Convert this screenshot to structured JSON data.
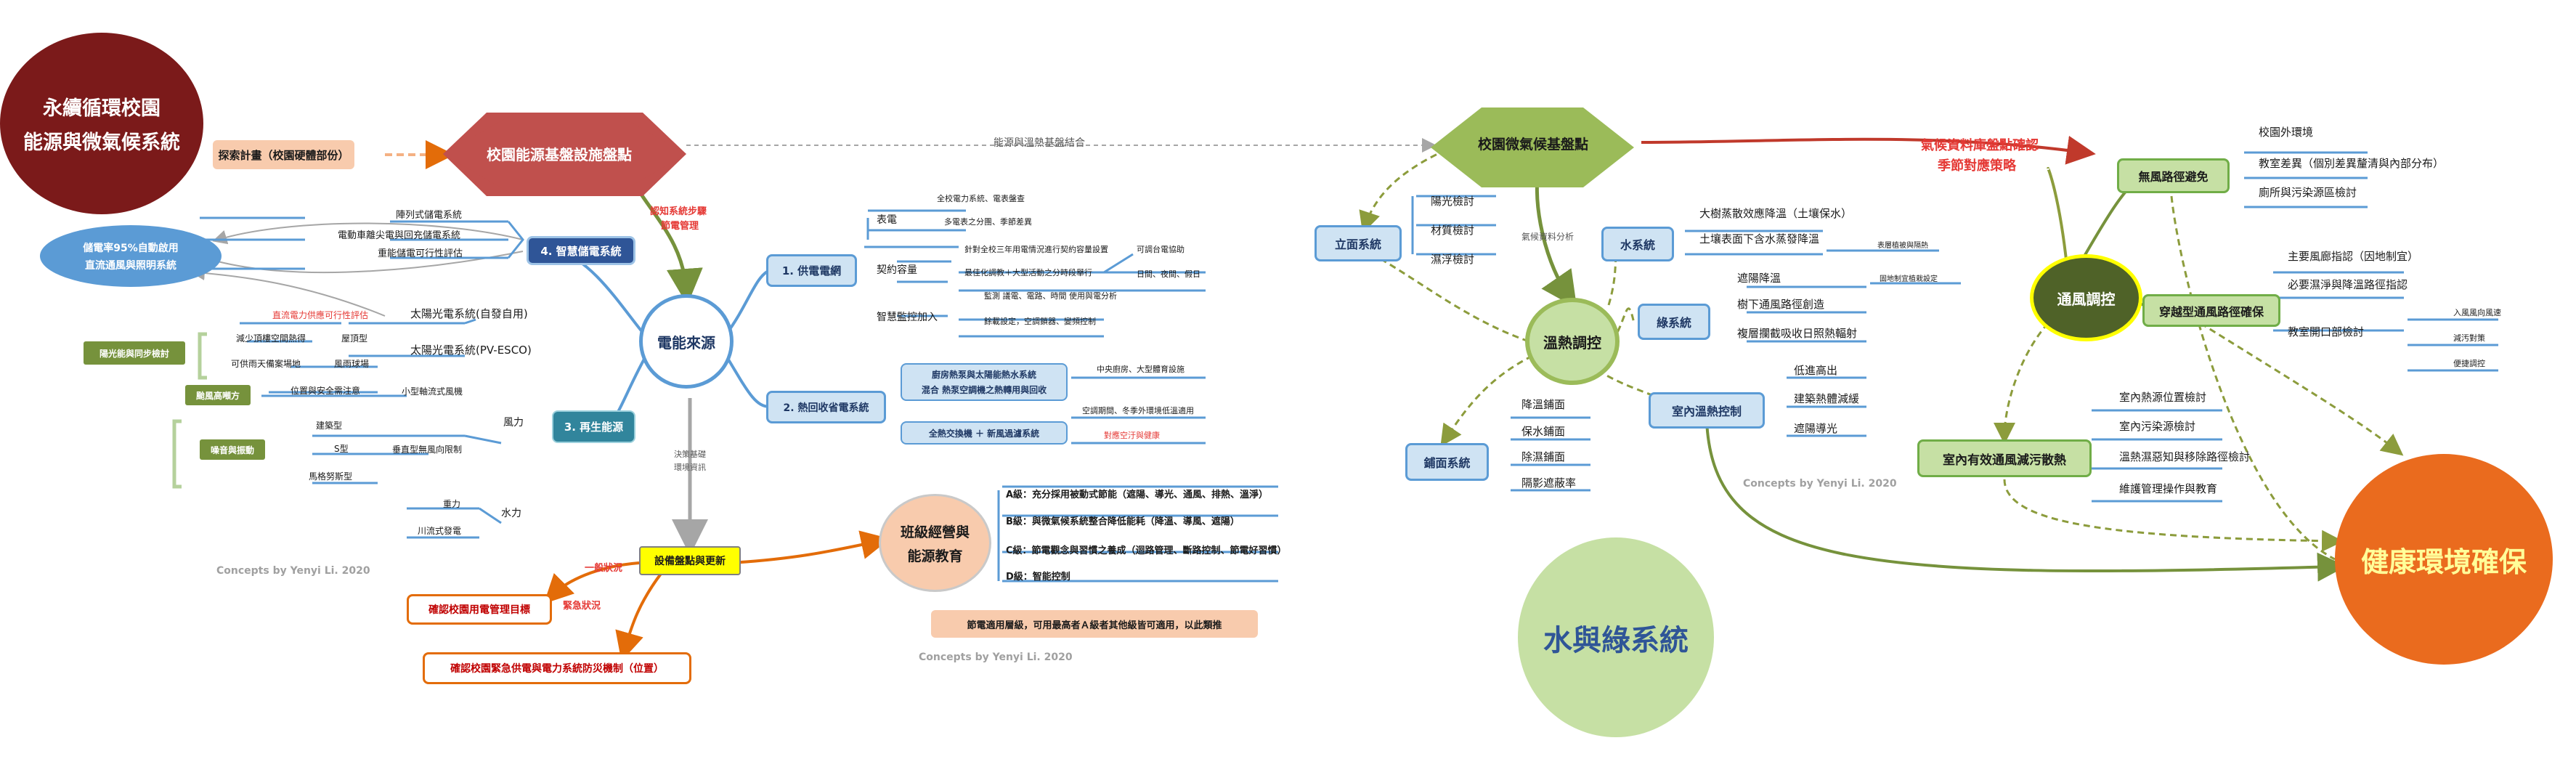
{
  "central": {
    "title_line1": "永續循環校園",
    "title_line2": "能源與微氣候系統"
  },
  "top": {
    "explore": "探索計畫（校園硬體部份）",
    "energy_base": "校園能源基盤設施盤點",
    "combine": "能源與溫熱基盤結合",
    "climate_base": "校園微氣候基盤點",
    "climate_data_1": "氣候資料庫盤點確認",
    "climate_data_2": "季節對應策略",
    "energy_mgmt_1": "認知系統步驟",
    "energy_mgmt_2": "節電管理"
  },
  "energy": {
    "source": "電能來源",
    "storage_note_1": "儲電率95%自動啟用",
    "storage_note_2": "直流通風與照明系統",
    "storage_node": "4. 智慧儲電系統",
    "storage_items": [
      "陣列式儲電系統",
      "電動車離尖電與回充儲電系統",
      "重能儲電可行性評估"
    ],
    "renew_node": "3. 再生能源",
    "solar_self": "太陽光電系統(自發自用)",
    "solar_esco": "太陽光電系統(PV-ESCO)",
    "dc_eval": "直流電力供應可行性評估",
    "reduce_shade": "減少頂樓空間熱得",
    "roof_type": "屋頂型",
    "cross_ball": "可供雨天備案場地",
    "wind_ball": "風雨球場",
    "sun_side": "陽光能與同步檢討",
    "location_safe": "位置與安全需注意",
    "small_wind": "小型軸流式風機",
    "wind": "風力",
    "wind_fail": "颱風高噸方",
    "build_type": "建築型",
    "s_type": "S型",
    "vertical_wind": "垂直型無風向限制",
    "noise": "噪音與振動",
    "magnus": "馬格努斯型",
    "hydro": "水力",
    "gravity": "重力",
    "river_hydro": "川流式發電",
    "supply_node": "1. 供電電網",
    "meter": "表電",
    "meter_items": [
      "全校電力系統、電表盤查",
      "多電表之分團、季節差異"
    ],
    "contract": "契約容量",
    "contract_items": [
      "針對全校三年用電情況進行契約容量設置",
      "最佳化調教＋大型活動之分時段舉行"
    ],
    "contract_right": [
      "可調台電協助",
      "日間、夜間、假日"
    ],
    "smart_monitor": "智慧監控加入",
    "smart_items": [
      "監測 議電、電路、時間 使用與電分析",
      "餘載設定，空調鎖器、變頻控制"
    ],
    "heat_node": "2. 熱回收省電系統",
    "heat_item_1a": "廚房熱泵與太陽能熱水系統",
    "heat_item_1b": "混合 熱泵空調機之熱轉用與回收",
    "heat_right_1": "中央廚房、大型體育設施",
    "heat_item_2": "全熱交換機 ＋ 新風過濾系統",
    "heat_right_2a": "空調期間、冬季外環境低溫適用",
    "heat_right_2b": "對應空汙與健康",
    "decision_1": "決策基礎",
    "decision_2": "環境資訊",
    "device": "設備盤點與更新",
    "general": "一般狀況",
    "confirm_general": "確認校園用電管理目標",
    "emergency": "緊急狀況",
    "confirm_emergency": "確認校園緊急供電與電力系統防災機制（位置）",
    "class_mgmt_1": "班級經營與",
    "class_mgmt_2": "能源教育",
    "levels": [
      "A級：充分採用被動式節能（遮陽、導光、通風、排熱、溫淨）",
      "B級：與微氣候系統整合降低能耗（降溫、導風、遮陽）",
      "C級：節電觀念與習慣之養成（迴路管理、斷路控制、節電好習慣）",
      "D級：智能控制"
    ],
    "levels_note": "節電適用層級，可用最高者Ａ級者其他級皆可適用，以此類推"
  },
  "climate": {
    "thermal": "溫熱調控",
    "facade": "立面系統",
    "facade_items": [
      "陽光檢討",
      "材質檢討",
      "濕浮檢討"
    ],
    "climate_analysis": "氣候資料分析",
    "water": "水系統",
    "water_items": [
      "大樹蒸散效應降溫（土壤保水）",
      "土壤表面下含水蒸發降溫"
    ],
    "water_right": "表層植被與隔熱",
    "green": "綠系統",
    "green_items": [
      "遮陽降溫",
      "樹下通風路徑創造",
      "複層攔截吸收日照熱輻射"
    ],
    "green_right": "固地制宜植栽設定",
    "indoor": "室內溫熱控制",
    "indoor_items": [
      "低進高出",
      "建築熱體減緩",
      "遮陽導光"
    ],
    "paving": "鋪面系統",
    "paving_items": [
      "降溫鋪面",
      "保水鋪面",
      "除濕鋪面",
      "隔影遮蔽率"
    ],
    "water_green": "水與綠系統"
  },
  "wind": {
    "ventilation": "通風調控",
    "avoid": "無風路徑避免",
    "avoid_items": [
      "校園外環境",
      "教室差異（個別差異釐清與內部分布）",
      "廁所與污染源區檢討"
    ],
    "cross": "穿越型通風路徑確保",
    "cross_items": [
      "主要風廊指認（因地制宜）",
      "必要濕淨與降溫路徑指認",
      "教室開口部檢討"
    ],
    "cross_right": [
      "入風風向風速",
      "減汚對策",
      "便捷調控"
    ],
    "indoor_dispel": "室內有效通風減污散熱",
    "indoor_items": [
      "室內熱源位置檢討",
      "室內污染源檢討",
      "溫熱濕惡知與移除路徑檢討",
      "維護管理操作與教育"
    ],
    "health": "健康環境確保"
  },
  "watermark": "Concepts by Yenyi Li. 2020"
}
